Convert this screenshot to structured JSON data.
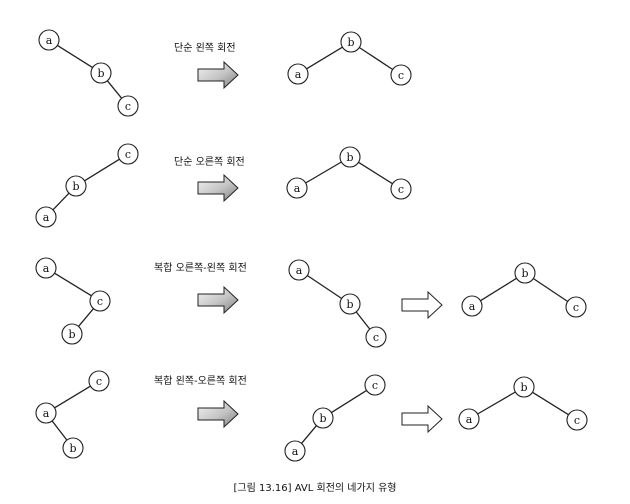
{
  "caption": "[그림 13.16]  AVL 회전의 네가지 유형",
  "colors": {
    "stroke": "#222222",
    "arrow_gray_light": "#f0f0f0",
    "arrow_gray_dark": "#8a8a8a",
    "arrow_hollow": "#ffffff"
  },
  "rows": [
    {
      "id": "single-left",
      "label": "단순 왼쪽 회전"
    },
    {
      "id": "single-right",
      "label": "단순 오른쪽 회전"
    },
    {
      "id": "double-right-left",
      "label": "복합 오른쪽-왼쪽 회전"
    },
    {
      "id": "double-left-right",
      "label": "복합 왼쪽-오른쪽 회전"
    }
  ],
  "trees": [
    {
      "name": "row1-before",
      "nodes": [
        "a",
        "b",
        "c"
      ],
      "edges": [
        [
          "a",
          "b"
        ],
        [
          "b",
          "c"
        ]
      ]
    },
    {
      "name": "row1-after",
      "nodes": [
        "b",
        "a",
        "c"
      ],
      "edges": [
        [
          "b",
          "a"
        ],
        [
          "b",
          "c"
        ]
      ]
    },
    {
      "name": "row2-before",
      "nodes": [
        "c",
        "b",
        "a"
      ],
      "edges": [
        [
          "c",
          "b"
        ],
        [
          "b",
          "a"
        ]
      ]
    },
    {
      "name": "row2-after",
      "nodes": [
        "b",
        "a",
        "c"
      ],
      "edges": [
        [
          "b",
          "a"
        ],
        [
          "b",
          "c"
        ]
      ]
    },
    {
      "name": "row3-before",
      "nodes": [
        "a",
        "c",
        "b"
      ],
      "edges": [
        [
          "a",
          "c"
        ],
        [
          "c",
          "b"
        ]
      ]
    },
    {
      "name": "row3-mid",
      "nodes": [
        "a",
        "b",
        "c"
      ],
      "edges": [
        [
          "a",
          "b"
        ],
        [
          "b",
          "c"
        ]
      ]
    },
    {
      "name": "row3-after",
      "nodes": [
        "b",
        "a",
        "c"
      ],
      "edges": [
        [
          "b",
          "a"
        ],
        [
          "b",
          "c"
        ]
      ]
    },
    {
      "name": "row4-before",
      "nodes": [
        "c",
        "a",
        "b"
      ],
      "edges": [
        [
          "c",
          "a"
        ],
        [
          "a",
          "b"
        ]
      ]
    },
    {
      "name": "row4-mid",
      "nodes": [
        "c",
        "b",
        "a"
      ],
      "edges": [
        [
          "c",
          "b"
        ],
        [
          "b",
          "a"
        ]
      ]
    },
    {
      "name": "row4-after",
      "nodes": [
        "b",
        "a",
        "c"
      ],
      "edges": [
        [
          "b",
          "a"
        ],
        [
          "b",
          "c"
        ]
      ]
    }
  ],
  "arrows": [
    {
      "name": "row1-shaded-arrow",
      "style": "shaded"
    },
    {
      "name": "row2-shaded-arrow",
      "style": "shaded"
    },
    {
      "name": "row3-shaded-arrow",
      "style": "shaded"
    },
    {
      "name": "row3-hollow-arrow",
      "style": "hollow"
    },
    {
      "name": "row4-shaded-arrow",
      "style": "shaded"
    },
    {
      "name": "row4-hollow-arrow",
      "style": "hollow"
    }
  ]
}
